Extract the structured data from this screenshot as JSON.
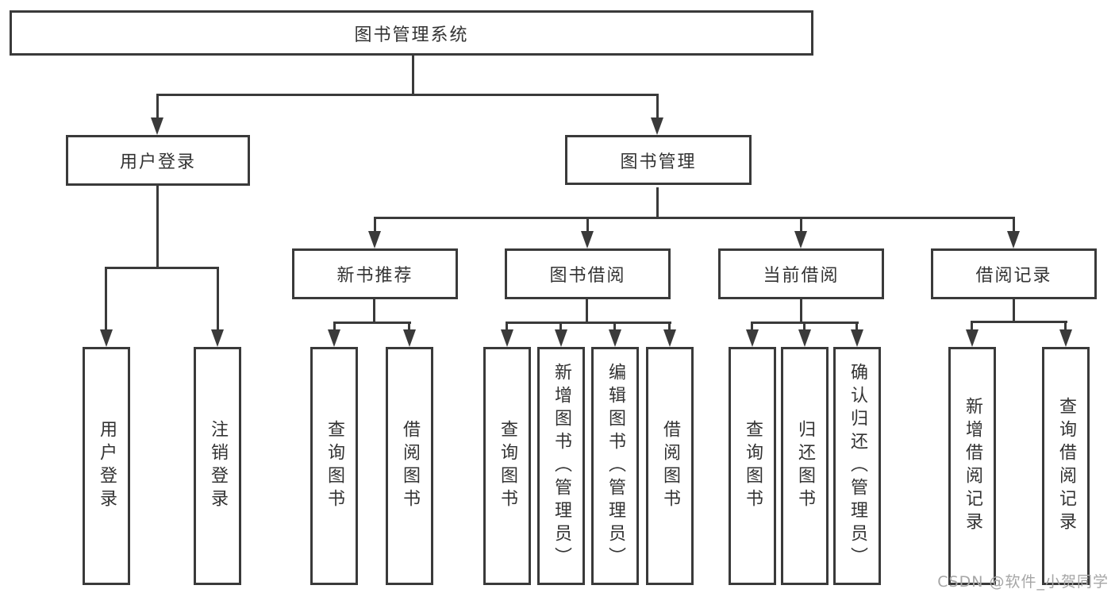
{
  "diagram_title": "图书管理系统",
  "tree": {
    "label": "图书管理系统",
    "children": [
      {
        "label": "用户登录",
        "children": [
          {
            "label": "用户登录"
          },
          {
            "label": "注销登录"
          }
        ]
      },
      {
        "label": "图书管理",
        "children": [
          {
            "label": "新书推荐",
            "children": [
              {
                "label": "查询图书"
              },
              {
                "label": "借阅图书"
              }
            ]
          },
          {
            "label": "图书借阅",
            "children": [
              {
                "label": "查询图书"
              },
              {
                "label": "新增图书（管理员）"
              },
              {
                "label": "编辑图书（管理员）"
              },
              {
                "label": "借阅图书"
              }
            ]
          },
          {
            "label": "当前借阅",
            "children": [
              {
                "label": "查询图书"
              },
              {
                "label": "归还图书"
              },
              {
                "label": "确认归还（管理员）"
              }
            ]
          },
          {
            "label": "借阅记录",
            "children": [
              {
                "label": "新增借阅记录"
              },
              {
                "label": "查询借阅记录"
              }
            ]
          }
        ]
      }
    ]
  },
  "watermark": {
    "text": "CSDN @软件_小贺同学"
  },
  "colors": {
    "line": "#3a3a3a",
    "text": "#333333",
    "background": "#ffffff",
    "watermark": "#a6a6a6"
  }
}
